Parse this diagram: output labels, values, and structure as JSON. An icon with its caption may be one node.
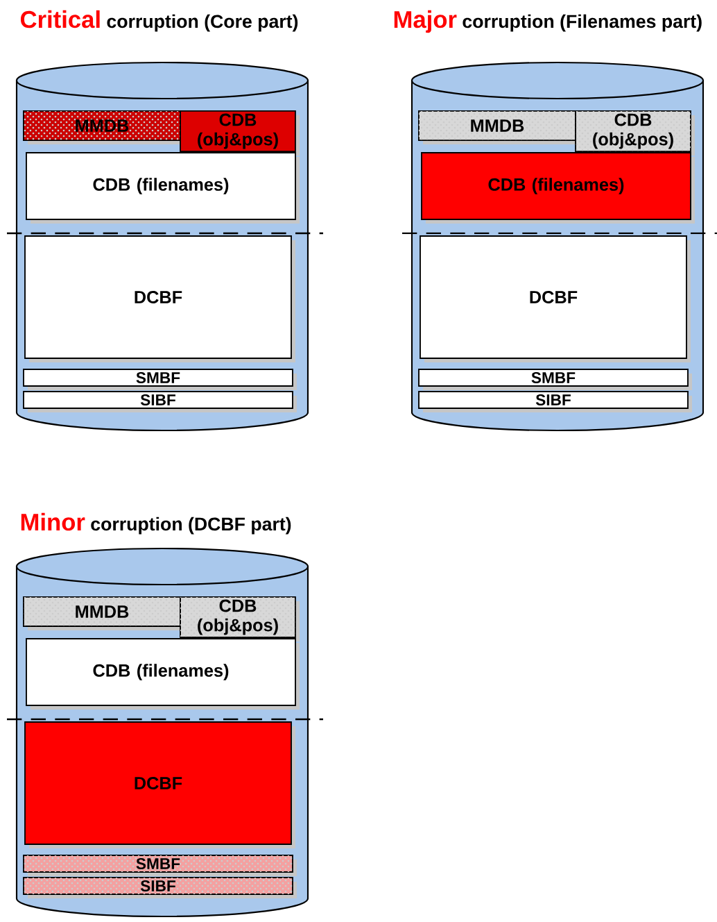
{
  "diagram": {
    "nodes": [
      {
        "text": [
          "Critical",
          "corruption (Core part)"
        ]
      },
      {
        "text": [
          "MMDB"
        ],
        "in": 0
      },
      {
        "text": [
          "CDB (obj&pos)"
        ],
        "in": 0
      },
      {
        "text": [
          "CDB (filenames)"
        ],
        "in": 0
      },
      {
        "text": [
          "DCBF"
        ],
        "in": 0
      },
      {
        "text": [
          "SMBF"
        ],
        "in": 0
      },
      {
        "text": [
          "SIBF"
        ],
        "in": 0
      },
      {
        "text": [
          "Major",
          "corruption (Filenames part)"
        ]
      },
      {
        "text": [
          "MMDB"
        ],
        "in": 7
      },
      {
        "text": [
          "CDB (obj&pos)"
        ],
        "in": 7
      },
      {
        "text": [
          "CDB (filenames)"
        ],
        "in": 7
      },
      {
        "text": [
          "DCBF"
        ],
        "in": 7
      },
      {
        "text": [
          "SMBF"
        ],
        "in": 7
      },
      {
        "text": [
          "SIBF"
        ],
        "in": 7
      },
      {
        "text": [
          "Minor",
          "corruption (DCBF part)"
        ]
      },
      {
        "text": [
          "MMDB"
        ],
        "in": 14
      },
      {
        "text": [
          "CDB (obj&pos)"
        ],
        "in": 14
      },
      {
        "text": [
          "CDB (filenames)"
        ],
        "in": 14
      },
      {
        "text": [
          "DCBF"
        ],
        "in": 14
      },
      {
        "text": [
          "SMBF"
        ],
        "in": 14
      },
      {
        "text": [
          "SIBF"
        ],
        "in": 14
      }
    ]
  }
}
